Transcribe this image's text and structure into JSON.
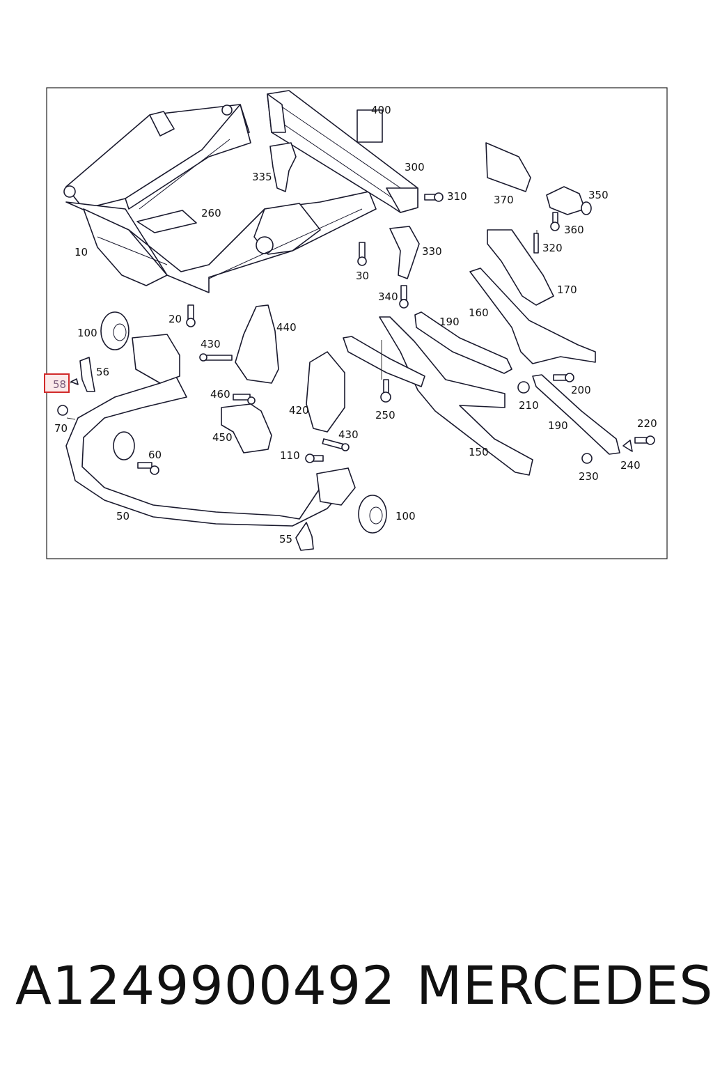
{
  "diagram": {
    "labels": {
      "l10": "10",
      "l20": "20",
      "l30": "30",
      "l50": "50",
      "l55": "55",
      "l56": "56",
      "l58": "58",
      "l60": "60",
      "l70": "70",
      "l100a": "100",
      "l100b": "100",
      "l110": "110",
      "l150": "150",
      "l160": "160",
      "l170": "170",
      "l190a": "190",
      "l190b": "190",
      "l200": "200",
      "l210": "210",
      "l220": "220",
      "l230": "230",
      "l240": "240",
      "l250": "250",
      "l260": "260",
      "l300": "300",
      "l310": "310",
      "l320": "320",
      "l330": "330",
      "l335": "335",
      "l340": "340",
      "l350": "350",
      "l360": "360",
      "l370": "370",
      "l400": "400",
      "l420": "420",
      "l430a": "430",
      "l430b": "430",
      "l440": "440",
      "l450": "450",
      "l460": "460"
    },
    "highlighted_part": "58",
    "highlight_color": "#d12a2a"
  },
  "footer": {
    "part_number": "A1249900492",
    "brand": "MERCEDES"
  }
}
